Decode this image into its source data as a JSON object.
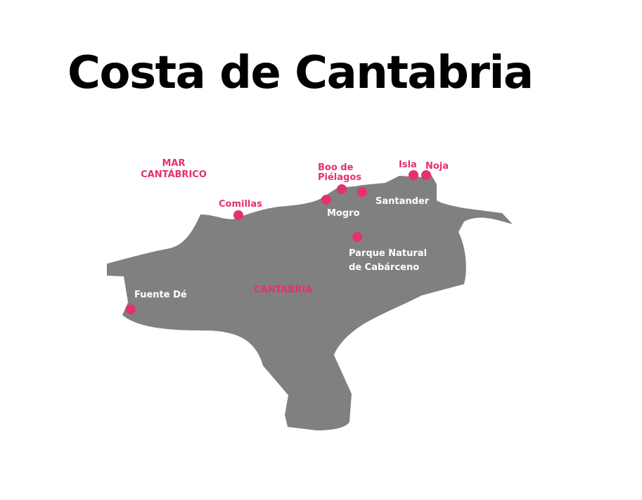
{
  "title": "Costa de Cantabria",
  "colors": {
    "land": "#808080",
    "accent": "#e6306f",
    "text_on_land": "#ffffff",
    "background": "#ffffff"
  },
  "sea_label": {
    "line1": "MAR",
    "line2": "CANTÁBRICO"
  },
  "region_label": "CANTABRIA",
  "places": {
    "comillas": "Comillas",
    "boo_line1": "Boo de",
    "boo_line2": "Piélagos",
    "isla": "Isla",
    "noja": "Noja",
    "mogro": "Mogro",
    "santander": "Santander",
    "cabarceno_line1": "Parque Natural",
    "cabarceno_line2": "de Cabárceno",
    "fuente_de": "Fuente Dé"
  }
}
